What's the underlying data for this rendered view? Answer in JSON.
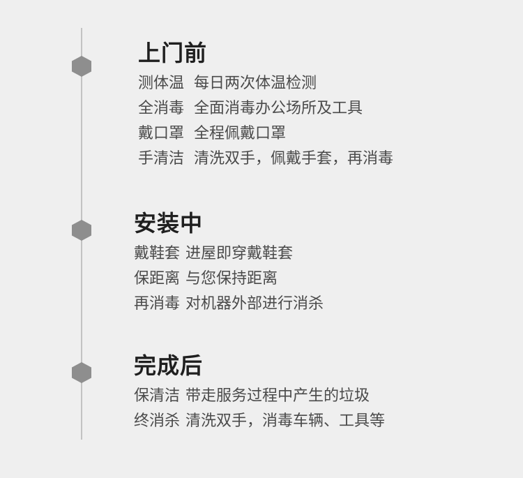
{
  "sections": [
    {
      "title": "上门前",
      "items": [
        {
          "label": "测体温",
          "desc": "每日两次体温检测"
        },
        {
          "label": "全消毒",
          "desc": "全面消毒办公场所及工具"
        },
        {
          "label": "戴口罩",
          "desc": "全程佩戴口罩"
        },
        {
          "label": "手清洁",
          "desc": "清洗双手，佩戴手套，再消毒"
        }
      ]
    },
    {
      "title": "安装中",
      "items": [
        {
          "label": "戴鞋套",
          "desc": "进屋即穿戴鞋套"
        },
        {
          "label": "保距离",
          "desc": "与您保持距离"
        },
        {
          "label": "再消毒",
          "desc": "对机器外部进行消杀"
        }
      ]
    },
    {
      "title": "完成后",
      "items": [
        {
          "label": "保清洁",
          "desc": "带走服务过程中产生的垃圾"
        },
        {
          "label": "终消杀",
          "desc": "清洗双手，消毒车辆、工具等"
        }
      ]
    }
  ]
}
